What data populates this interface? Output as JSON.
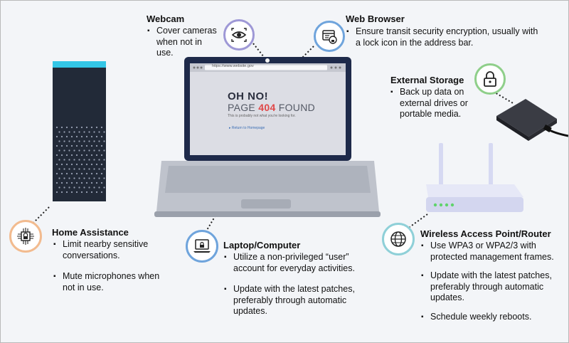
{
  "colors": {
    "purple": "#9e98d6",
    "blue": "#6fa4dc",
    "green": "#8fcf8a",
    "orange": "#f2bb8f",
    "teal": "#8fd0d8",
    "laptop_frame": "#1e2a4a",
    "speaker_cyan": "#33c6e6",
    "error_red": "#e04848"
  },
  "browser": {
    "url": "https://www.website.gov",
    "heading": "OH NO!",
    "page_word": "PAGE",
    "code": "404",
    "found_word": "FOUND",
    "subtext": "This is probably not what you're looking for.",
    "link": "Return to Homepage"
  },
  "webcam": {
    "icon": "eye-icon",
    "title": "Webcam",
    "bullets": [
      "Cover cameras when not in use."
    ]
  },
  "web_browser": {
    "icon": "browser-lock-icon",
    "title": "Web Browser",
    "bullets": [
      "Ensure transit security encryption, usually with a lock icon in the address bar."
    ]
  },
  "external_storage": {
    "icon": "padlock-icon",
    "title": "External Storage",
    "bullets": [
      "Back up data on external drives or portable media."
    ]
  },
  "home_assistance": {
    "icon": "chip-lock-icon",
    "title": "Home Assistance",
    "bullets": [
      "Limit nearby sensitive conversations.",
      "Mute microphones when not in use."
    ]
  },
  "laptop": {
    "icon": "laptop-lock-icon",
    "title": "Laptop/Computer",
    "bullets": [
      "Utilize a non-privileged “user” account for everyday activities.",
      "Update with the latest patches, preferably through automatic updates."
    ]
  },
  "wireless": {
    "icon": "globe-icon",
    "title": "Wireless Access Point/Router",
    "bullets": [
      "Use WPA3 or WPA2/3 with protected management frames.",
      "Update with the latest patches, preferably through automatic updates.",
      "Schedule weekly reboots."
    ]
  }
}
